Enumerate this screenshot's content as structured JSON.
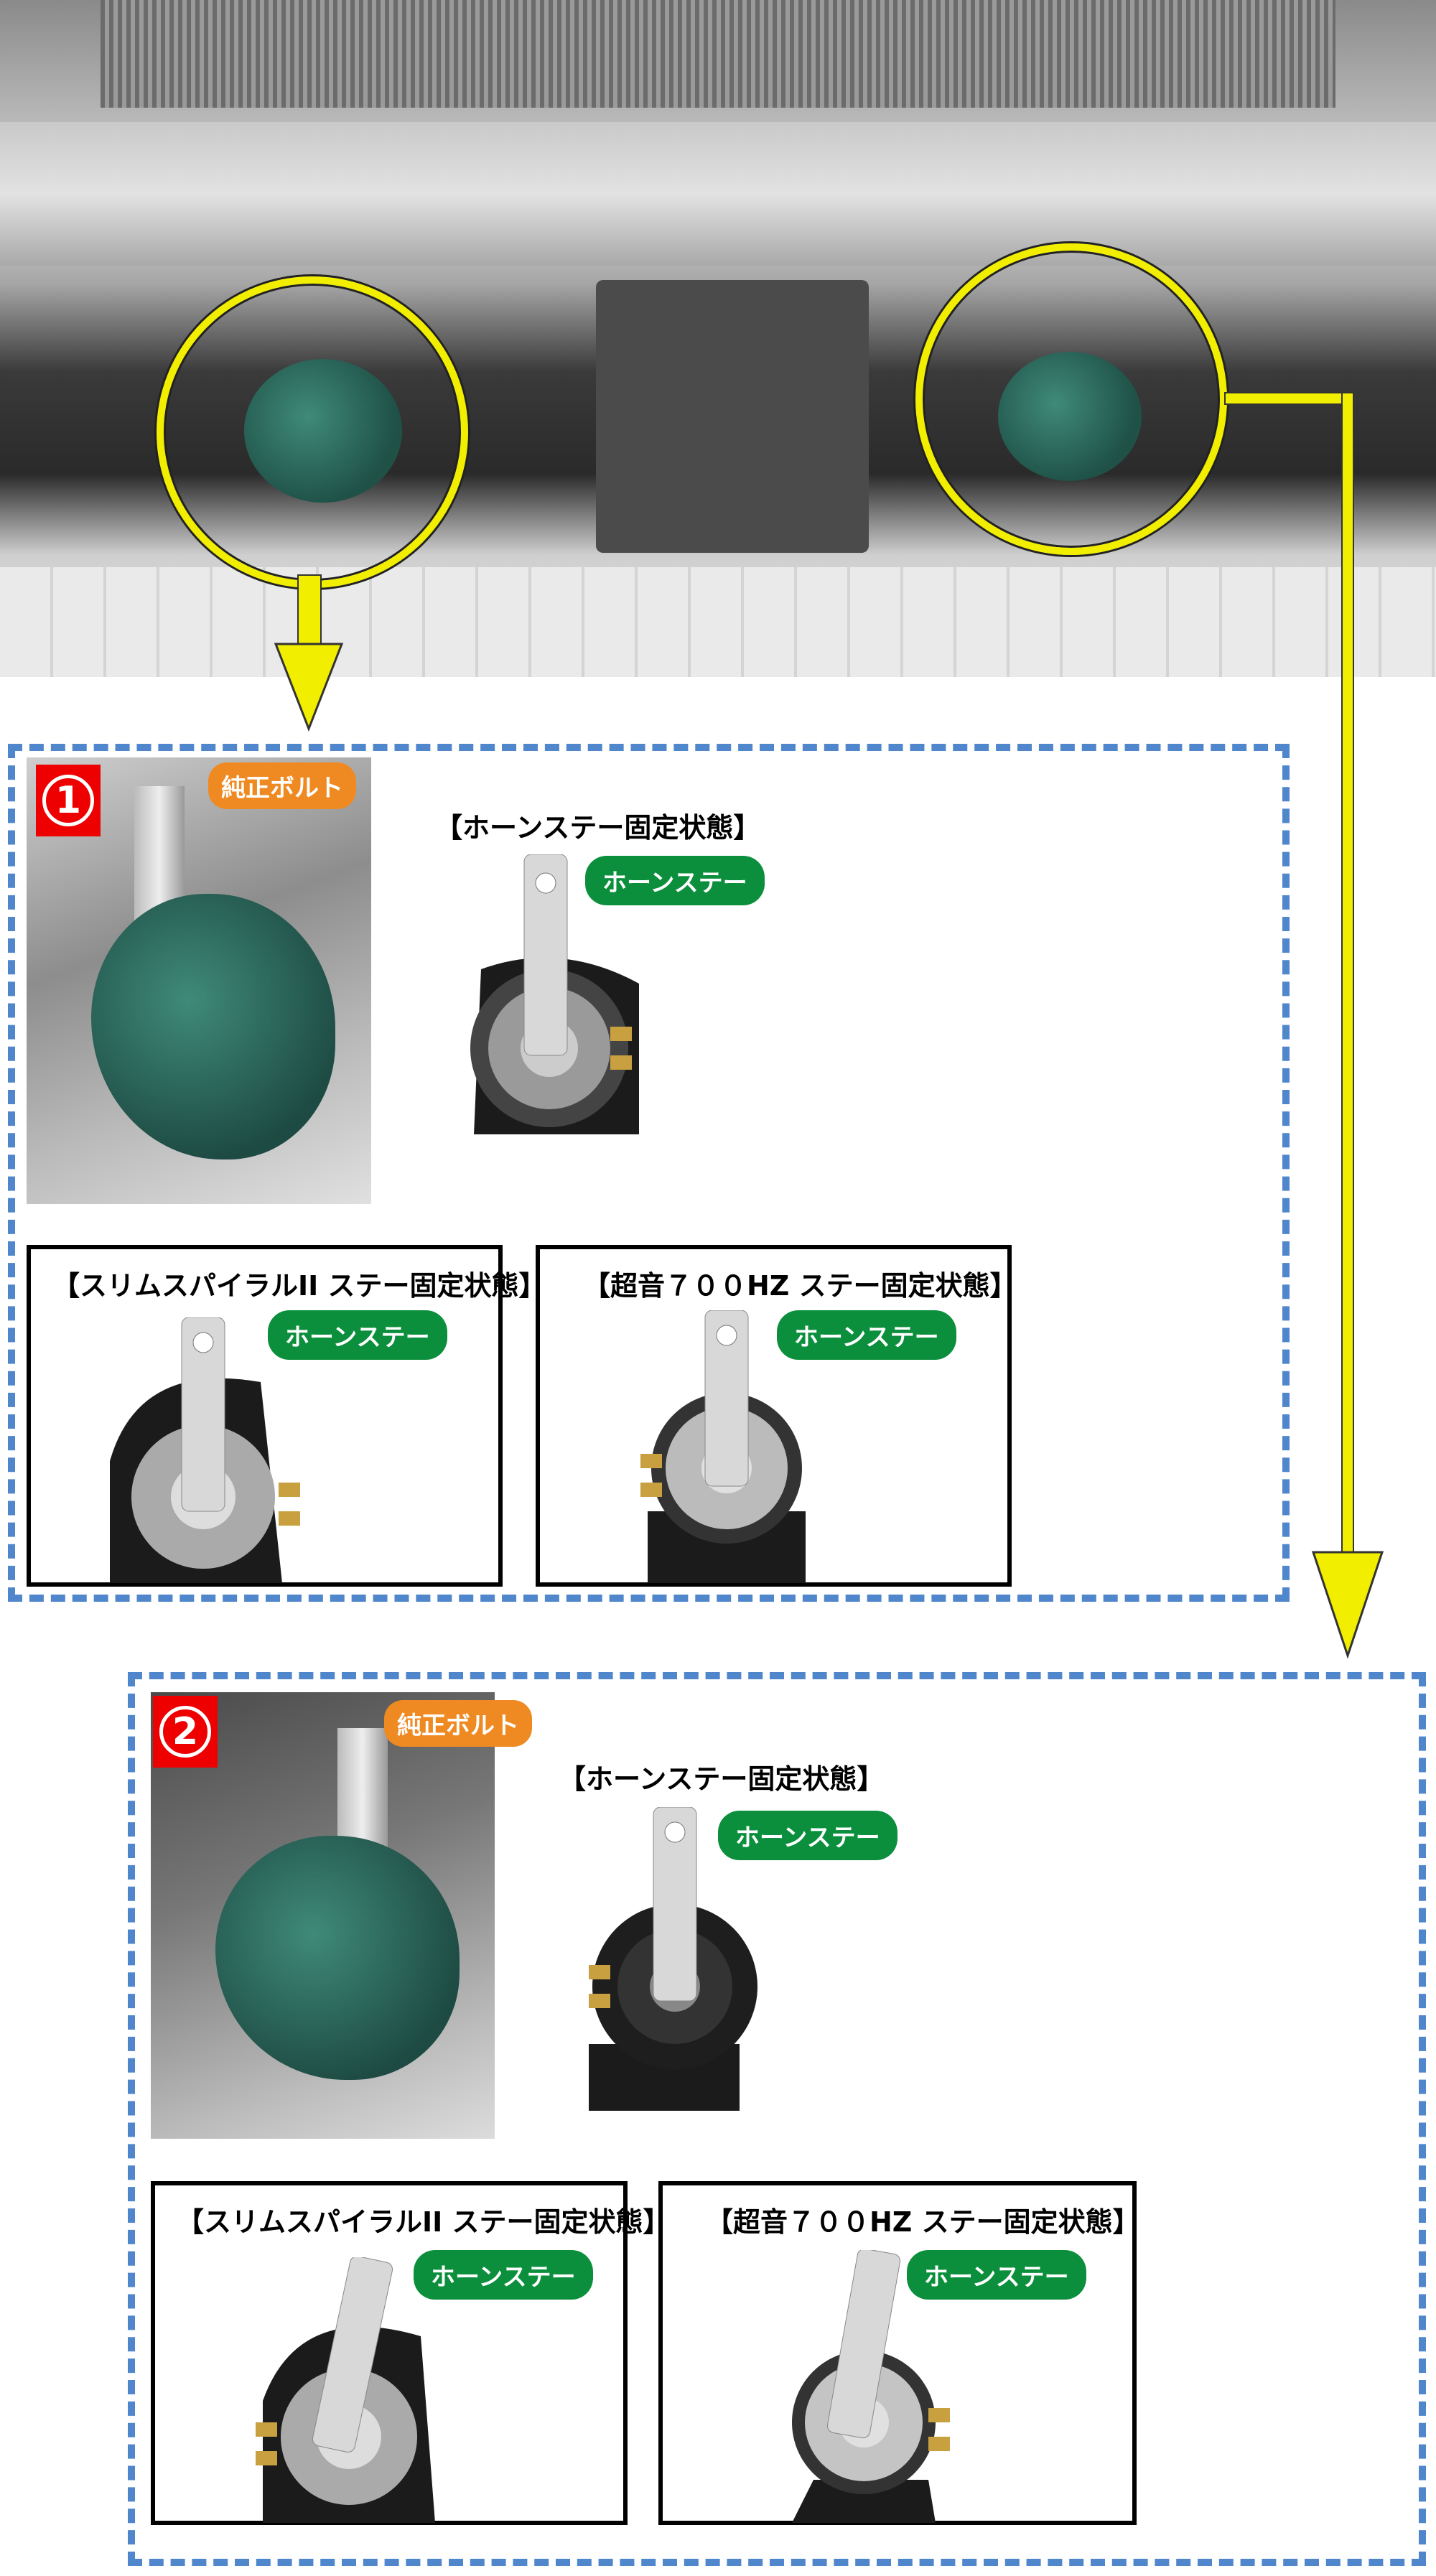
{
  "callouts": {
    "genuine_bolt": "純正ボルト",
    "horn_stay": "ホーンステー"
  },
  "section1": {
    "number": "1",
    "title_main": "【ホーンステー固定状態】",
    "box_a_title": "【スリムスパイラルII ステー固定状態】",
    "box_b_title": "【超音７００HZ ステー固定状態】"
  },
  "section2": {
    "number": "2",
    "title_main": "【ホーンステー固定状態】",
    "box_a_title": "【スリムスパイラルII ステー固定状態】",
    "box_b_title": "【超音７００HZ ステー固定状態】"
  },
  "colors": {
    "highlight": "#f2ee00",
    "dash": "#4f86cc",
    "badge": "#ee0000",
    "orange": "#ef8a22",
    "green": "#0b8f3c"
  }
}
